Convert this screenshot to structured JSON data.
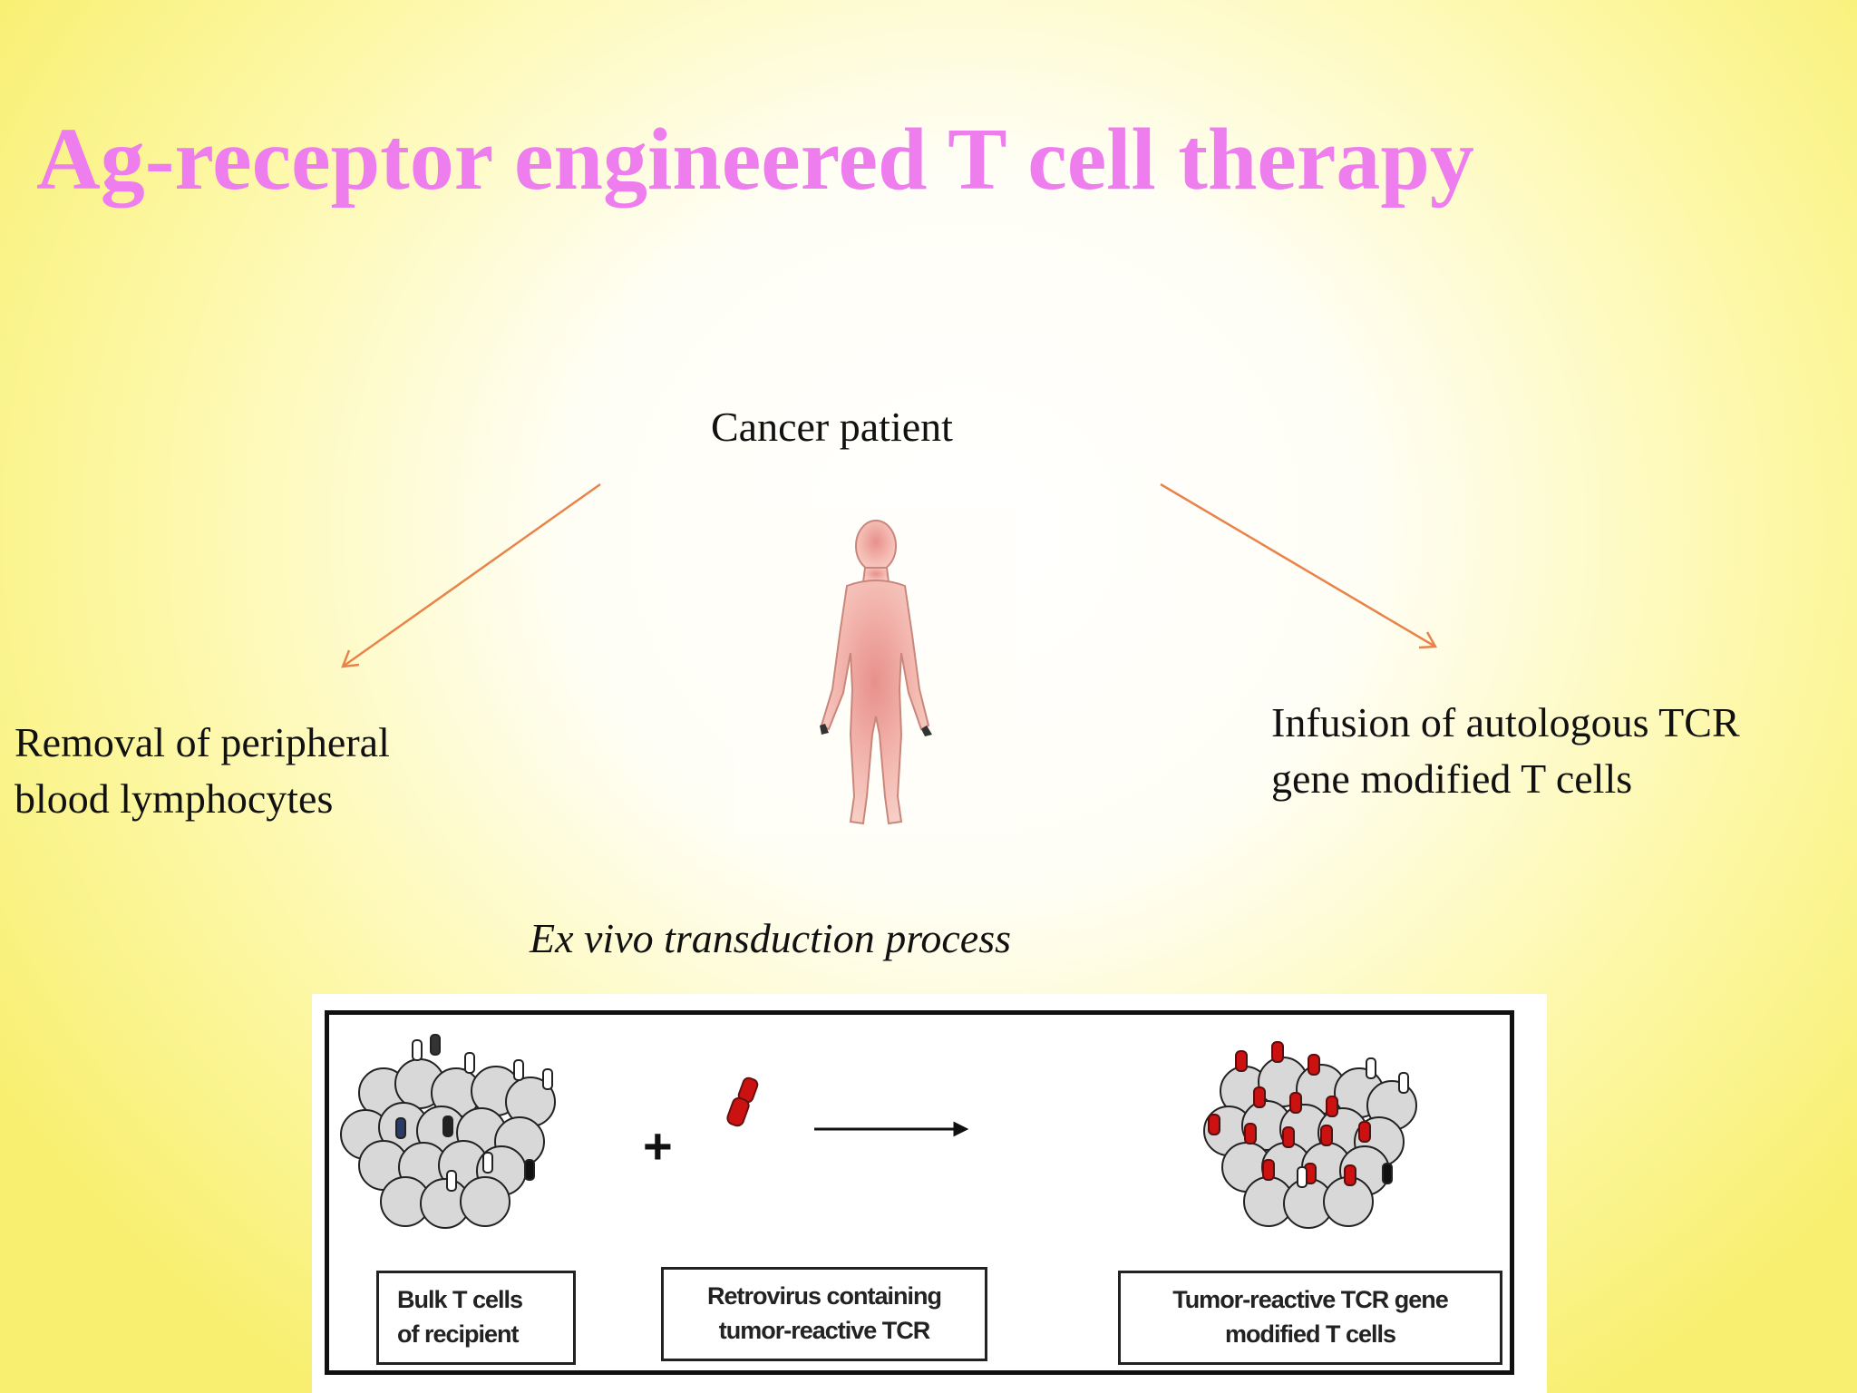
{
  "slide": {
    "title": "Ag-receptor engineered T cell therapy",
    "colors": {
      "title": "#ee7dee",
      "arrow": "#e8844a",
      "tcr_red": "#cc1111"
    }
  },
  "diagram": {
    "center_label": "Cancer patient",
    "left_label": [
      "Removal of peripheral",
      "blood lymphocytes"
    ],
    "right_label": [
      "Infusion of autologous TCR",
      "gene modified T cells"
    ],
    "process_label": "Ex vivo transduction process",
    "center_figure_icon": "human-body-icon"
  },
  "panel": {
    "plus_sign": "+",
    "boxes": [
      {
        "lines": [
          "Bulk T cells",
          "of recipient"
        ]
      },
      {
        "lines": [
          "Retrovirus containing",
          "tumor-reactive TCR"
        ]
      },
      {
        "lines": [
          "Tumor-reactive TCR gene",
          "modified T cells"
        ]
      }
    ]
  }
}
